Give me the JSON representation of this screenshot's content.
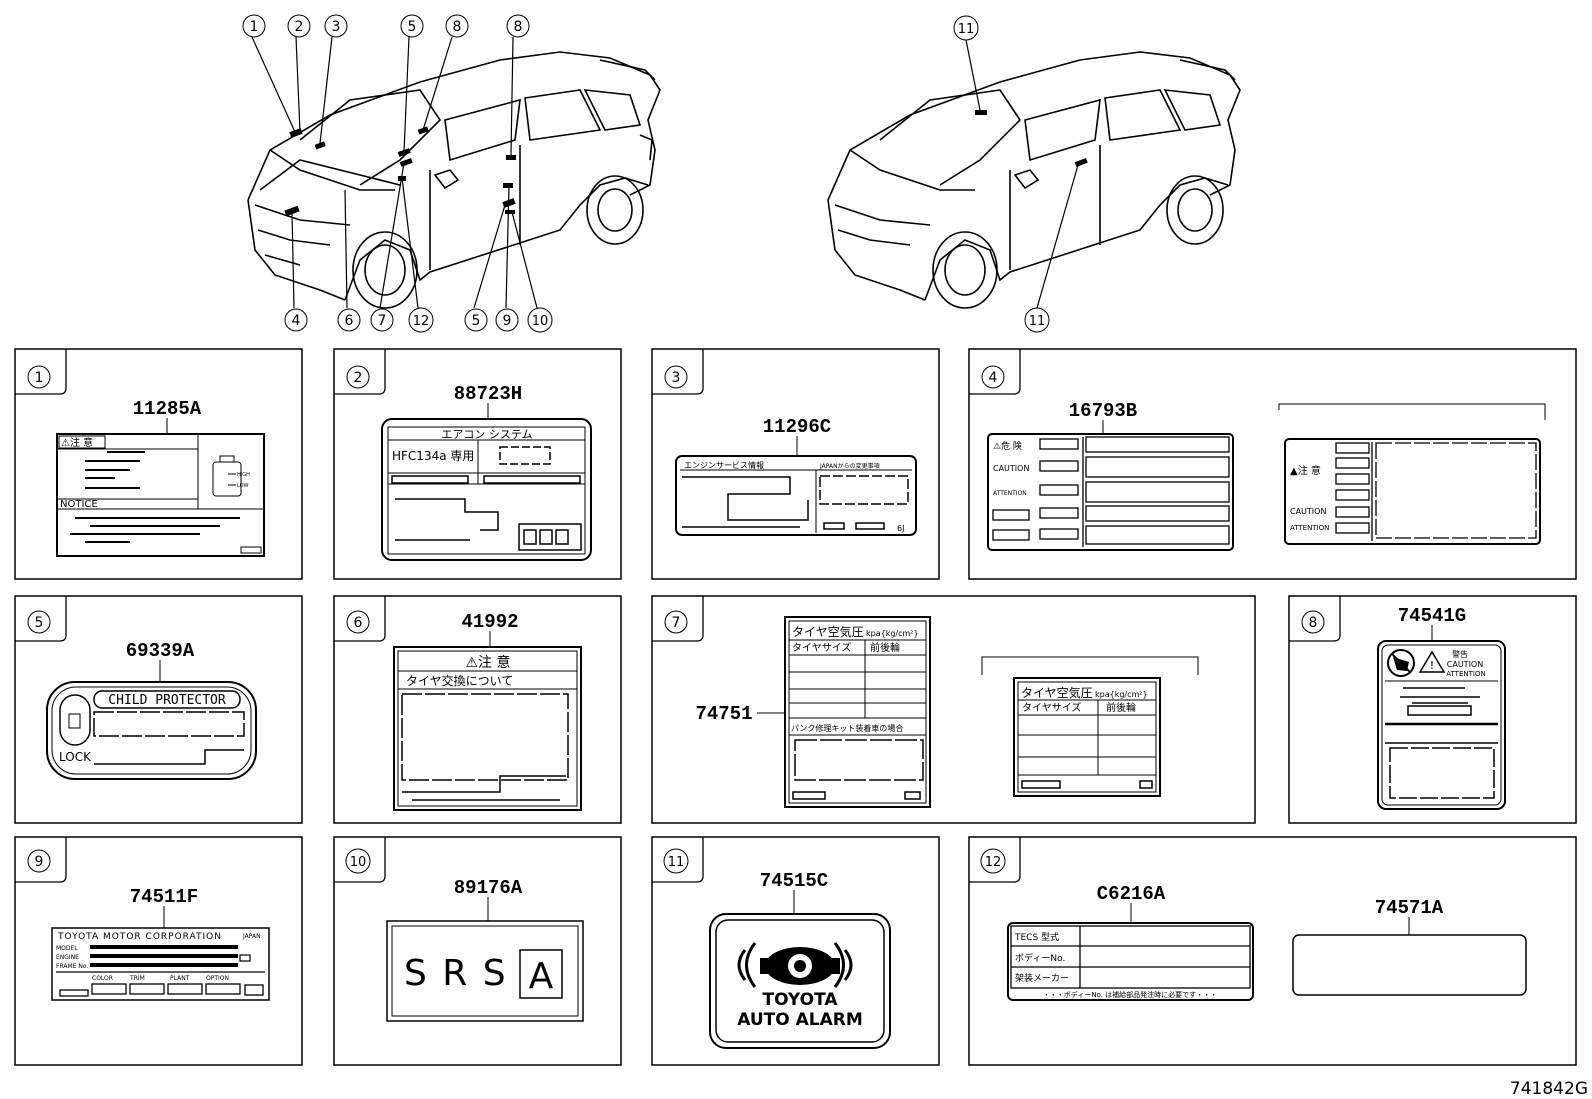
{
  "callouts_top": {
    "c1": "1",
    "c2": "2",
    "c3": "3",
    "c5a": "5",
    "c8a": "8",
    "c8b": "8",
    "c11a": "11",
    "c4": "4",
    "c6": "6",
    "c7": "7",
    "c12": "12",
    "c5b": "5",
    "c9": "9",
    "c10": "10",
    "c11b": "11"
  },
  "panels": [
    {
      "num": "1",
      "part": "11285A"
    },
    {
      "num": "2",
      "part": "88723H"
    },
    {
      "num": "3",
      "part": "11296C"
    },
    {
      "num": "4",
      "part": "16793B"
    },
    {
      "num": "5",
      "part": "69339A"
    },
    {
      "num": "6",
      "part": "41992"
    },
    {
      "num": "7",
      "part": "74751"
    },
    {
      "num": "8",
      "part": "74541G"
    },
    {
      "num": "9",
      "part": "74511F"
    },
    {
      "num": "10",
      "part": "89176A"
    },
    {
      "num": "11",
      "part": "74515C"
    },
    {
      "num": "12",
      "part": "C6216A",
      "part2": "74571A"
    }
  ],
  "labels": {
    "p1": {
      "title": "⚠注 意",
      "notice": "NOTICE",
      "gauge1": "HIGH",
      "gauge2": "LOW"
    },
    "p2": {
      "header": "エアコン システム",
      "refrigerant": "HFC134a 専用"
    },
    "p3": {
      "header": "エンジンサービス情報 ",
      "sub": "JAPANからの変更事項",
      "code": "6J"
    },
    "p4": {
      "danger": "⚠危 険",
      "caution": "CAUTION",
      "attention": "ATTENTION",
      "caution2": "▲注 意",
      "caution3": "CAUTION",
      "attention2": "ATTENTION"
    },
    "p5": {
      "title": "CHILD PROTECTOR",
      "lock": "LOCK"
    },
    "p6": {
      "title": "⚠注 意",
      "subtitle": "タイヤ交換について"
    },
    "p7": {
      "title": "タイヤ空気圧",
      "unit": "kpa{kg/cm²}",
      "col1": "タイヤサイズ",
      "col2": "前後輪",
      "note": "パンク修理キット装着車の場合",
      "title2": "タイヤ空気圧",
      "unit2": "kpa{kg/cm²}",
      "col1b": "タイヤサイズ",
      "col2b": "前後輪"
    },
    "p8": {
      "warn": "警告",
      "caution": "CAUTION",
      "attention": "ATTENTION"
    },
    "p9": {
      "maker": "TOYOTA MOTOR CORPORATION",
      "country": "JAPAN",
      "model": "MODEL",
      "engine": "ENGINE",
      "frame": "FRAME No.",
      "color": "COLOR",
      "trim": "TRIM",
      "plant": "PLANT",
      "option": "OPTION"
    },
    "p10": {
      "srs": "S R S",
      "a": "A"
    },
    "p11": {
      "line1": "TOYOTA",
      "line2": "AUTO ALARM"
    },
    "p12": {
      "row1": "TECS 型式",
      "row2": "ボディーNo.",
      "row3": "架装メーカー",
      "foot": "・・・ボディーNo. は補給部品発注時に必要です・・・"
    }
  },
  "drawing_number": "741842G"
}
